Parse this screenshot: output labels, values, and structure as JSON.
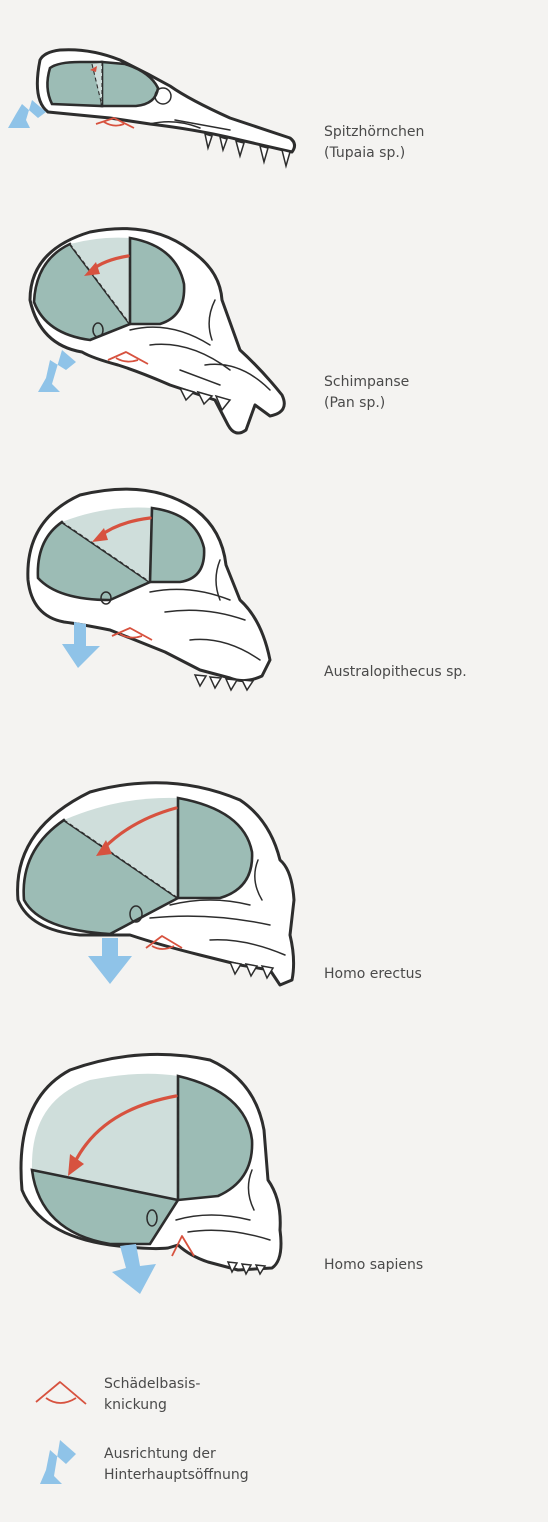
{
  "species": [
    {
      "name": "Spitzhörnchen",
      "detail": "(Tupaia sp.)"
    },
    {
      "name": "Schimpanse",
      "detail": "(Pan sp.)"
    },
    {
      "name": "Australopithecus sp.",
      "detail": ""
    },
    {
      "name": "Homo erectus",
      "detail": ""
    },
    {
      "name": "Homo sapiens",
      "detail": ""
    }
  ],
  "legend": {
    "skull_base_flexion": {
      "line1": "Schädelbasis-",
      "line2": "knickung"
    },
    "foramen_orientation": {
      "line1": "Ausrichtung der",
      "line2": "Hinterhauptsöffnung"
    }
  },
  "colors": {
    "brain_dark": "#9cbcb5",
    "brain_light": "#cfdedb",
    "red_arrow": "#d7523f",
    "blue_arrow": "#8fc3e8",
    "outline": "#2d2d2d",
    "background": "#f4f3f1"
  },
  "icons": {
    "skull_base_flexion": "red-angle-icon",
    "foramen_orientation": "blue-arrow-icon"
  }
}
